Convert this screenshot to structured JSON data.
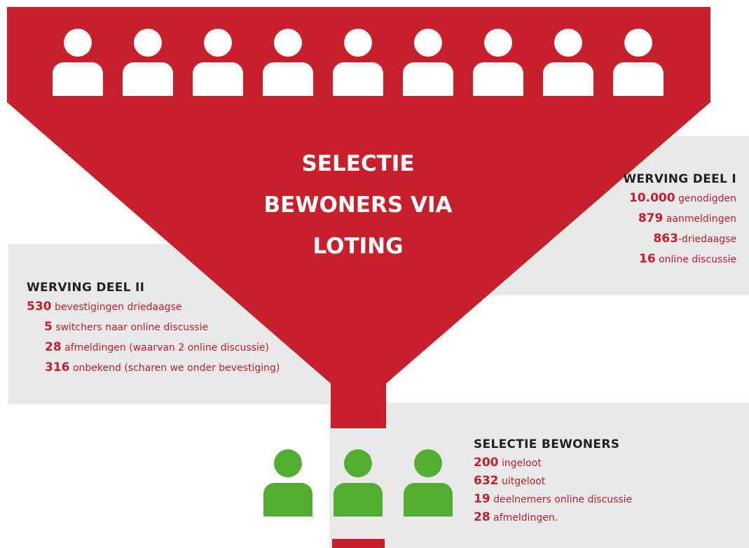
{
  "colors": {
    "accent": "#c8202b",
    "panel": "#e9e9e9",
    "selected": "#52ad32",
    "text_dark": "#222222"
  },
  "icons": {
    "population": "person-icon",
    "selected": "person-icon"
  },
  "funnel_title": [
    "SELECTIE",
    "BEWONERS VIA",
    "LOTING"
  ],
  "werving_deel_1": {
    "title": "WERVING DEEL I",
    "rows": [
      {
        "value": "10.000",
        "label": " genodigden"
      },
      {
        "value": "879",
        "label": " aanmeldingen"
      },
      {
        "value": "863",
        "label": "-driedaagse"
      },
      {
        "value": "16",
        "label": " online discussie"
      }
    ]
  },
  "werving_deel_2": {
    "title": "WERVING DEEL II",
    "rows": [
      {
        "value": "530",
        "label": " bevestigingen driedaagse"
      },
      {
        "value": "5",
        "label": " switchers naar online discussie"
      },
      {
        "value": "28",
        "label": " afmeldingen (waarvan 2 online discussie)"
      },
      {
        "value": "316",
        "label": " onbekend (scharen we onder bevestiging)"
      }
    ]
  },
  "selectie_bewoners": {
    "title": "SELECTIE BEWONERS",
    "rows": [
      {
        "value": "200",
        "label": " ingeloot"
      },
      {
        "value": "632",
        "label": " uitgeloot"
      },
      {
        "value": "19",
        "label": " deelnemers online discussie"
      },
      {
        "value": "28",
        "label": " afmeldingen."
      }
    ]
  }
}
